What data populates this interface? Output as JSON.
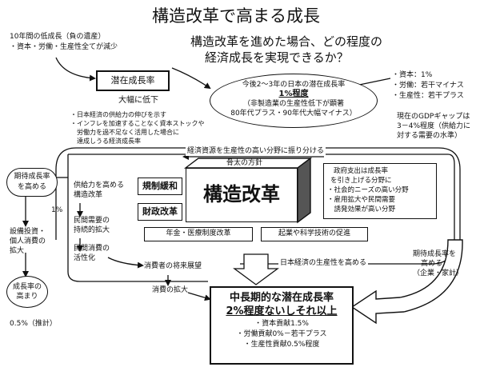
{
  "title": "構造改革で高まる成長",
  "question": {
    "line1": "構造改革を進めた場合、どの程度の",
    "line2": "経済成長を実現できるか？"
  },
  "past_note": {
    "line1": "10年間の低成長（負の遺産）",
    "line2": "・資本・労働・生産性全てが減少"
  },
  "potential_box": "潜在成長率",
  "big_decline": "大幅に低下",
  "potential_notes": [
    "・日本経済の供給力の伸びを示す",
    "・インフレを加速することなく資本ストックや",
    "　労働力を過不足なく活用した場合に",
    "　達成しうる経済成長率"
  ],
  "current_bubble": {
    "line1": "今後2～3年の日本の潜在成長率",
    "line2": "1%程度",
    "line3": "（非製造業の生産性低下が顕著",
    "line4": "80年代プラス・90年代大幅マイナス）"
  },
  "factors": [
    "・資本：1%",
    "・労働：若干マイナス",
    "・生産性：若干プラス"
  ],
  "gdp_gap": {
    "line1": "現在のGDPギャップは",
    "line2": "3－4%程度（供給力に",
    "line3": "対する需要の水準）"
  },
  "reallocation": "経済資源を生産性の高い分野に振り分ける",
  "framework": "骨太の方針",
  "left_growth": {
    "line1": "期待成長率",
    "line2": "を高める"
  },
  "one_percent": "1%",
  "investment": {
    "line1": "設備投資・",
    "line2": "個人消費の",
    "line3": "拡大"
  },
  "growth_up": {
    "line1": "成長率の",
    "line2": "高まり"
  },
  "estimate": "0.5%（推計）",
  "supply_reform": {
    "line1": "供給力を高める",
    "line2": "構造改革"
  },
  "deregulation": "規制緩和",
  "fiscal_reform": "財政改革",
  "structural_reform": "構造改革",
  "demand": {
    "line1": "民間需要の",
    "line2": "持続的拡大"
  },
  "consumption": {
    "line1": "民間消費の",
    "line2": "活性化"
  },
  "gov_box": {
    "line1": "政府支出は成長率",
    "line2": "を引き上げる分野に",
    "line3": "・社会的ニーズの高い分野",
    "line4": "・雇用拡大や民間需要",
    "line5": "　誘発効果が高い分野"
  },
  "pension": "年金・医療制度改革",
  "startup": "起業や科学技術の促進",
  "outlook": "消費者の将来展望",
  "consumption_up": "消費の拡大",
  "productivity_up": "日本経済の生産性を高める",
  "right_growth": {
    "line1": "期待成長率を",
    "line2": "高める",
    "line3": "（企業・家計）"
  },
  "result": {
    "line1": "中長期的な潜在成長率",
    "line2": "2%程度ないしそれ以上",
    "line3": "・資本貢献1.5%",
    "line4": "・労働貢献0%－若干プラス",
    "line5": "・生産性貢献0.5%程度"
  }
}
